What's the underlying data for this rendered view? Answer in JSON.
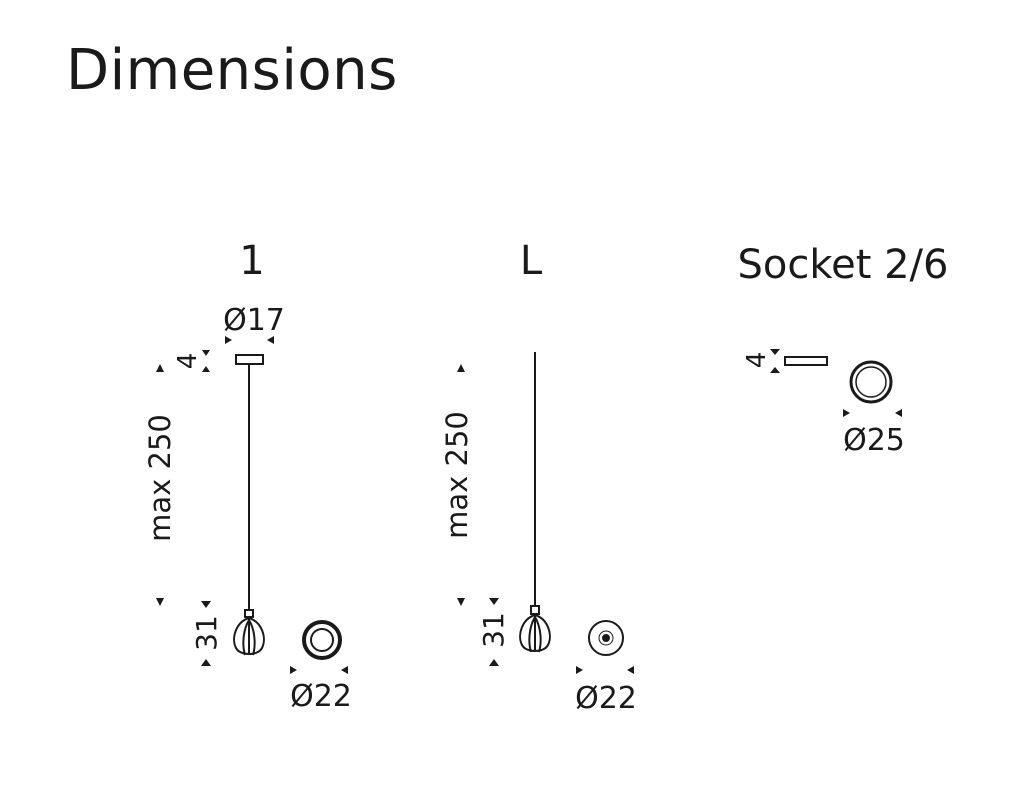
{
  "title": "Dimensions",
  "variants": [
    {
      "heading": "1",
      "canopy_diameter": "Ø17",
      "canopy_height": "4",
      "drop_label": "max 250",
      "shade_height": "31",
      "shade_diameter": "Ø22"
    },
    {
      "heading": "L",
      "drop_label": "max 250",
      "shade_height": "31",
      "shade_diameter": "Ø22"
    },
    {
      "heading": "Socket 2/6",
      "socket_height": "4",
      "socket_diameter": "Ø25"
    }
  ],
  "colors": {
    "ink": "#1a1a1a",
    "background": "#ffffff"
  }
}
